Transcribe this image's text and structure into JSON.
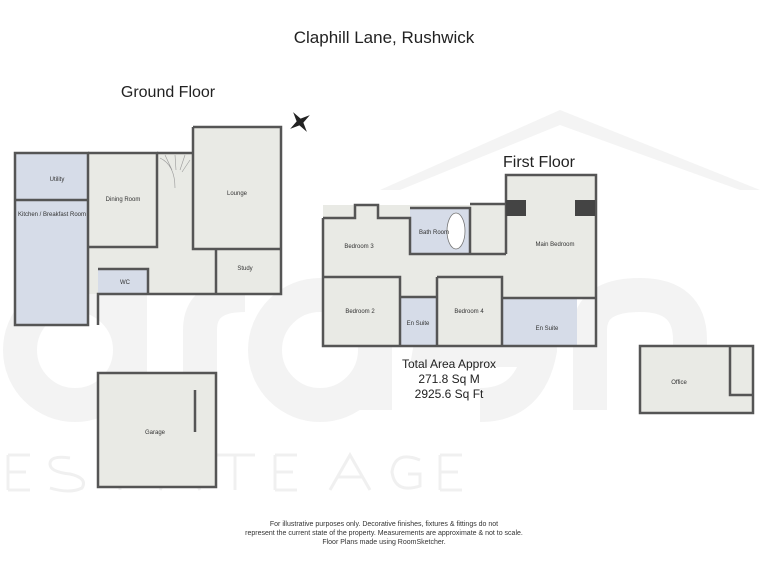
{
  "title": "Claphill Lane, Rushwick",
  "ground_floor": {
    "heading": "Ground Floor",
    "rooms": [
      "Utility",
      "Kitchen / Breakfast Room",
      "Dining Room",
      "Lounge",
      "WC",
      "Study",
      "Garage"
    ]
  },
  "first_floor": {
    "heading": "First Floor",
    "rooms": [
      "Bedroom 3",
      "Bath Room",
      "Main Bedroom",
      "Bedroom 2",
      "En Suite",
      "Bedroom 4",
      "En Suite"
    ]
  },
  "outbuilding": {
    "rooms": [
      "Office"
    ]
  },
  "area": {
    "label": "Total Area Approx",
    "sqm": "271.8 Sq M",
    "sqft": "2925.6 Sq Ft"
  },
  "disclaimer": [
    "For illustrative purposes only. Decorative finishes, fixtures & fittings do not",
    "represent the current state of the property. Measurements are approximate & not to scale.",
    "Floor Plans made using RoomSketcher."
  ],
  "watermark": {
    "brand": "arden",
    "tagline": "ESTATE AGENTS"
  },
  "colors": {
    "wall": "#555555",
    "floor": "#e9eae5",
    "wet_room": "#d6dce8",
    "watermark": "#f3f3f3"
  },
  "icons": [
    "compass-icon",
    "stairs-icon"
  ]
}
